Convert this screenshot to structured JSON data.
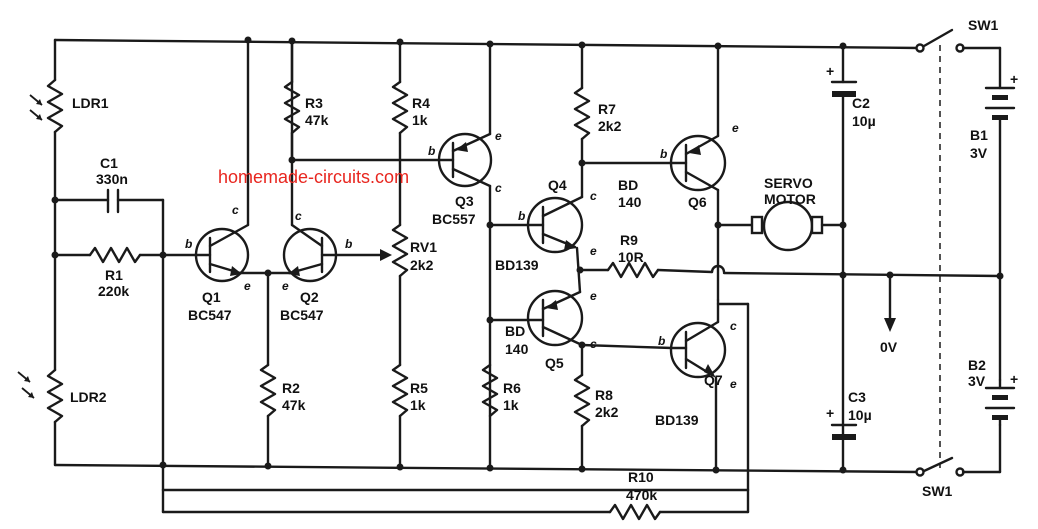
{
  "watermark": "homemade-circuits.com",
  "labels": {
    "ldr1": "LDR1",
    "ldr2": "LDR2",
    "c1": "C1",
    "c1_val": "330n",
    "r1": "R1",
    "r1_val": "220k",
    "q1": "Q1",
    "q1_part": "BC547",
    "q2": "Q2",
    "q2_part": "BC547",
    "r2": "R2",
    "r2_val": "47k",
    "r3": "R3",
    "r3_val": "47k",
    "r4": "R4",
    "r4_val": "1k",
    "rv1": "RV1",
    "rv1_val": "2k2",
    "r5": "R5",
    "r5_val": "1k",
    "q3": "Q3",
    "q3_part": "BC557",
    "q4": "Q4",
    "q4_part": "BD139",
    "q5": "Q5",
    "q5_part_a": "BD",
    "q5_part_b": "140",
    "r6": "R6",
    "r6_val": "1k",
    "r7": "R7",
    "r7_val": "2k2",
    "r8": "R8",
    "r8_val": "2k2",
    "r9": "R9",
    "r9_val": "10R",
    "q6": "Q6",
    "q6_part_a": "BD",
    "q6_part_b": "140",
    "q7": "Q7",
    "q7_part": "BD139",
    "r10": "R10",
    "r10_val": "470k",
    "servo_a": "SERVO",
    "servo_b": "MOTOR",
    "c2": "C2",
    "c2_val": "10µ",
    "c3": "C3",
    "c3_val": "10µ",
    "zero_v": "0V",
    "b1": "B1",
    "b1_val": "3V",
    "b2": "B2",
    "b2_val": "3V",
    "sw1_top": "SW1",
    "sw1_bot": "SW1",
    "plus": "+",
    "pin_b": "b",
    "pin_c": "c",
    "pin_e": "e"
  }
}
